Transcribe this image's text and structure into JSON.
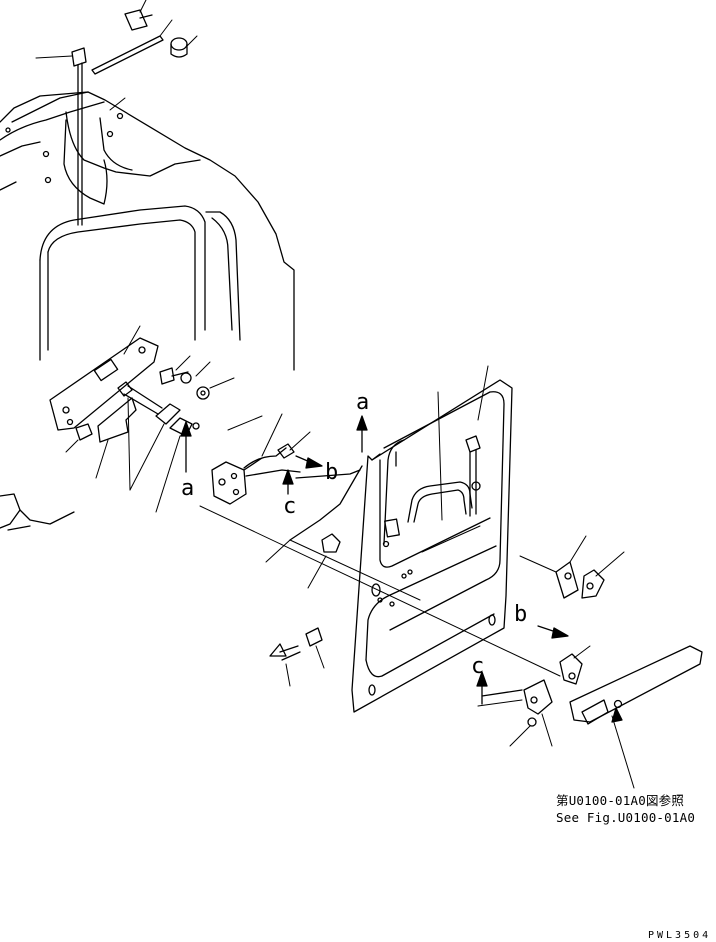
{
  "callouts": {
    "a_upper": "a",
    "a_left": "a",
    "b_center": "b",
    "b_right": "b",
    "c_center": "c",
    "c_lower": "c"
  },
  "reference_note": {
    "line_japanese": "第U0100-01A0図参照",
    "line_english": "See Fig.U0100-01A0"
  },
  "drawing_code": "PWL3504"
}
